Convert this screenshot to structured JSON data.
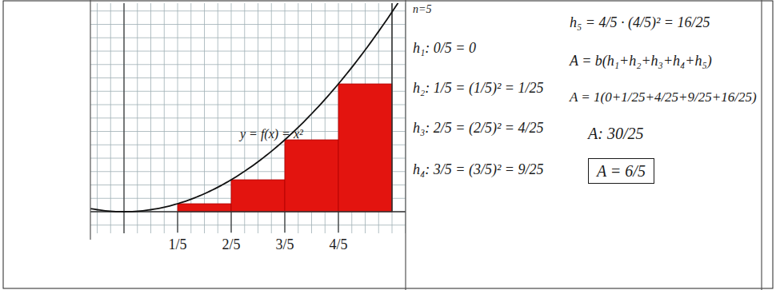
{
  "diagram": {
    "nodes": [
      {
        "text": [
          "A = 6/5"
        ]
      }
    ],
    "labels": [
      "y = f(x) = x²",
      "1/5",
      "2/5",
      "3/5",
      "4/5",
      "n=5",
      "h₁: 0/5 = 0",
      "h₂: 1/5 = (1/5)² = 1/25",
      "h₃: 2/5 = (2/5)² = 4/25",
      "h₄: 3/5 = (3/5)² = 9/25",
      "h₅ = 4/5 · (4/5)² = 16/25",
      "A = b(h₁+h₂+h₃+h₄+h₅)",
      "A = 1(0+1/25+4/25+9/25+16/25)",
      "A: 30/25"
    ]
  }
}
